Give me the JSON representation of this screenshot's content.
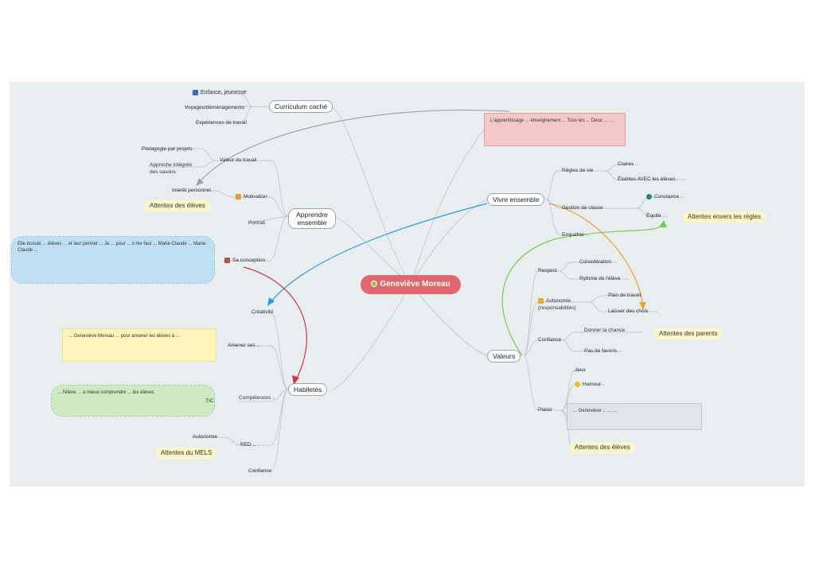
{
  "center": {
    "label": "Geneviève Moreau",
    "color": "#e2676d"
  },
  "left": {
    "curriculum": {
      "label": "Curriculum caché",
      "items": [
        "Enfance, jeunesse",
        "Voyages/déménagements",
        "Expériences de travail"
      ]
    },
    "apprendre": {
      "label": "Apprendre ensemble",
      "items": [
        "Valeur du travail",
        "Pédagogie par projets",
        "Approche intégrée des savoirs",
        "Motivation",
        "Intérêt personnel",
        "Portrait",
        "Sa conception"
      ],
      "attentes": "Attentes des élèves"
    },
    "habiletes": {
      "label": "Habiletés",
      "items": [
        "Créativité",
        "Amener ses ..",
        "Compétences ..",
        "RED ..",
        "Autonomie",
        "Confiance"
      ],
      "tic": "TIC",
      "attentes_mels": "Attentes du MELS"
    }
  },
  "right": {
    "vivre": {
      "label": "Vivre ensemble",
      "regles": "Règles de vie",
      "regles_items": [
        "Claires",
        "Établies AVEC les élèves"
      ],
      "gestion": "Gestion de classe",
      "gestion_items": [
        "Constance",
        "Équité"
      ],
      "empathie": "Empathie",
      "attentes_regles": "Attentes envers les règles"
    },
    "valeurs": {
      "label": "Valeurs",
      "respect": "Respect",
      "respect_items": [
        "Considération",
        "Rythme de l'élève"
      ],
      "autonomie": "Autonomie (responsabilités)",
      "autonomie_items": [
        "Plan de travail",
        "Laisser des choix"
      ],
      "confiance": "Confiance",
      "confiance_items": [
        "Donner la chance",
        "Pas de favoris"
      ],
      "attentes_parents": "Attentes des parents",
      "plaisir": "Plaisir",
      "plaisir_items": [
        "Jeux",
        "Humour"
      ],
      "attentes_eleves": "Attentes des élèves"
    }
  },
  "notes": {
    "red": "L'apprentissage ... enseignement ... Tous les ... Deux ... ...",
    "blue": "Elle écoute ... élèves ... et leur permet ... Je ... pour ... il me faut ... Marie-Claude ... Marie-Claude ...",
    "yellow": "... Geneviève Moreau ... pour amener les élèves à ...",
    "green": "... l'élève ... à mieux comprendre ... les élèves",
    "gray": "... Geneviève ... ... ..."
  }
}
